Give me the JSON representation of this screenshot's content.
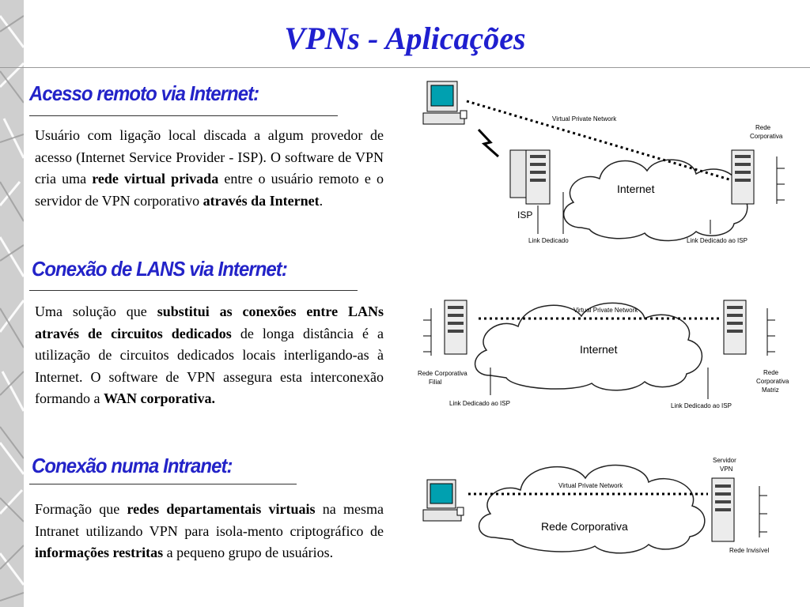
{
  "title": "VPNs - Aplicações",
  "sections": [
    {
      "heading": "Acesso remoto via Internet:",
      "body": [
        {
          "t": "Usuário com ligação local discada a algum provedor de acesso (Internet Service Provider - ISP). O software de VPN cria uma "
        },
        {
          "t": "rede virtual privada",
          "b": true
        },
        {
          "t": " entre o usuário remoto e o servidor de VPN corporativo "
        },
        {
          "t": "através da Internet",
          "b": true
        },
        {
          "t": "."
        }
      ],
      "diagram": {
        "vpn_label": "Virtual Private Network",
        "cloud_label": "Internet",
        "isp_label": "ISP",
        "site_label_1": "Rede",
        "site_label_2": "Corporativa",
        "link_left": "Link Dedicado",
        "link_right": "Link Dedicado ao ISP"
      }
    },
    {
      "heading": "Conexão de LANS via Internet:",
      "body": [
        {
          "t": "Uma solução que "
        },
        {
          "t": "substitui as conexões entre LANs através de circuitos dedicados",
          "b": true
        },
        {
          "t": " de longa distância é a utilização de circuitos dedicados locais interligando-as à Internet. O software de VPN assegura esta interconexão formando a "
        },
        {
          "t": "WAN corporativa.",
          "b": true
        }
      ],
      "diagram": {
        "vpn_label": "Virtual Private Network",
        "cloud_label": "Internet",
        "left_label_1": "Rede Corporativa",
        "left_label_2": "Filial",
        "right_label_1": "Rede",
        "right_label_2": "Corporativa",
        "right_label_3": "Matriz",
        "link_left": "Link Dedicado ao ISP",
        "link_right": "Link Dedicado ao ISP"
      }
    },
    {
      "heading": "Conexão numa Intranet:",
      "body": [
        {
          "t": "Formação que "
        },
        {
          "t": "redes departamentais virtuais",
          "b": true
        },
        {
          "t": " na mesma Intranet utilizando VPN para isola-mento criptográfico de "
        },
        {
          "t": "informações restritas",
          "b": true
        },
        {
          "t": " a pequeno grupo de usuários."
        }
      ],
      "diagram": {
        "vpn_label": "Virtual Private Network",
        "cloud_label": "Rede Corporativa",
        "server_label_1": "Servidor",
        "server_label_2": "VPN",
        "invisible_label": "Rede Invisível"
      }
    }
  ]
}
